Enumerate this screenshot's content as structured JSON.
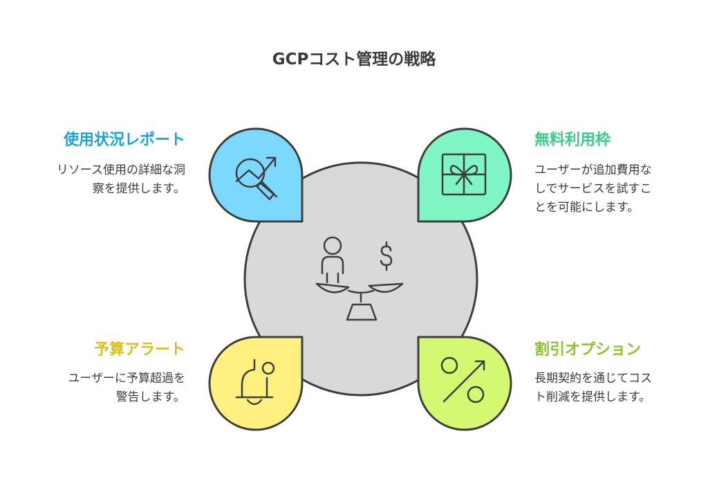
{
  "title": "GCPコスト管理の戦略",
  "colors": {
    "center": "#d9d9d9",
    "outline": "#3d3d3d",
    "usage_reports": "#7dd8ff",
    "free_tier": "#7ef5c2",
    "budget_alerts": "#fff07f",
    "discounts": "#d4f871"
  },
  "items": {
    "usage_reports": {
      "heading": "使用状況レポート",
      "heading_color": "#1ba3d4",
      "desc_lines": [
        "リソース使用の詳細な洞",
        "察を提供します。"
      ],
      "icon": "chart-magnifier-icon"
    },
    "free_tier": {
      "heading": "無料利用枠",
      "heading_color": "#3cc98a",
      "desc_lines": [
        "ユーザーが追加費用な",
        "しでサービスを試すこ",
        "とを可能にします。"
      ],
      "icon": "gift-icon"
    },
    "budget_alerts": {
      "heading": "予算アラート",
      "heading_color": "#d7c21a",
      "desc_lines": [
        "ユーザーに予算超過を",
        "警告します。"
      ],
      "icon": "bell-notification-icon"
    },
    "discounts": {
      "heading": "割引オプション",
      "heading_color": "#8ec22e",
      "desc_lines": [
        "長期契約を通じてコス",
        "ト削減を提供します。"
      ],
      "icon": "percent-icon"
    }
  },
  "center_icon": "person-dollar-scale-icon"
}
